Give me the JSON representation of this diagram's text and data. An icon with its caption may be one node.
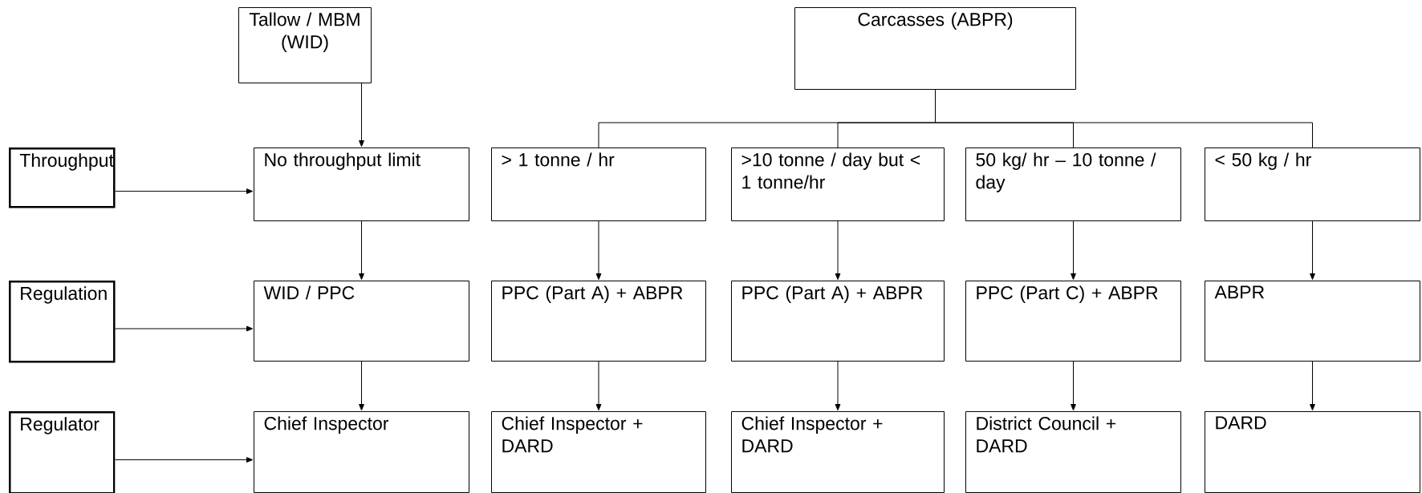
{
  "diagram": {
    "nodes": [
      {
        "text": [
          "Tallow / MBM (WID)"
        ]
      },
      {
        "text": [
          "Carcasses (ABPR)"
        ]
      },
      {
        "text": [
          "Throughput"
        ]
      },
      {
        "text": [
          "No throughput limit"
        ]
      },
      {
        "text": [
          "> 1 tonne / hr"
        ]
      },
      {
        "text": [
          ">10 tonne / day but < 1 tonne/hr"
        ]
      },
      {
        "text": [
          "50 kg/ hr – 10 tonne / day"
        ]
      },
      {
        "text": [
          "< 50 kg / hr"
        ]
      },
      {
        "text": [
          "Regulation"
        ]
      },
      {
        "text": [
          "WID / PPC"
        ]
      },
      {
        "text": [
          "PPC (Part A) + ABPR"
        ]
      },
      {
        "text": [
          "PPC (Part A) + ABPR"
        ]
      },
      {
        "text": [
          "PPC (Part C) + ABPR"
        ]
      },
      {
        "text": [
          "ABPR"
        ]
      },
      {
        "text": [
          "Regulator"
        ]
      },
      {
        "text": [
          "Chief Inspector"
        ]
      },
      {
        "text": [
          "Chief Inspector + DARD"
        ]
      },
      {
        "text": [
          "Chief Inspector + DARD"
        ]
      },
      {
        "text": [
          "District Council + DARD"
        ]
      },
      {
        "text": [
          "DARD"
        ]
      }
    ],
    "edges": [
      {
        "from": 0,
        "to": 3,
        "arrow": "to"
      },
      {
        "from": 1,
        "to": 4,
        "arrow": "none"
      },
      {
        "from": 1,
        "to": 5,
        "arrow": "none"
      },
      {
        "from": 1,
        "to": 6,
        "arrow": "none"
      },
      {
        "from": 1,
        "to": 7,
        "arrow": "none"
      },
      {
        "from": 2,
        "to": 3,
        "arrow": "to"
      },
      {
        "from": 3,
        "to": 9,
        "arrow": "to"
      },
      {
        "from": 4,
        "to": 10,
        "arrow": "to"
      },
      {
        "from": 5,
        "to": 11,
        "arrow": "to"
      },
      {
        "from": 6,
        "to": 12,
        "arrow": "to"
      },
      {
        "from": 7,
        "to": 13,
        "arrow": "to"
      },
      {
        "from": 8,
        "to": 9,
        "arrow": "to"
      },
      {
        "from": 9,
        "to": 15,
        "arrow": "to"
      },
      {
        "from": 10,
        "to": 16,
        "arrow": "to"
      },
      {
        "from": 11,
        "to": 17,
        "arrow": "to"
      },
      {
        "from": 12,
        "to": 18,
        "arrow": "to"
      },
      {
        "from": 13,
        "to": 19,
        "arrow": "to"
      },
      {
        "from": 14,
        "to": 15,
        "arrow": "to"
      }
    ]
  }
}
